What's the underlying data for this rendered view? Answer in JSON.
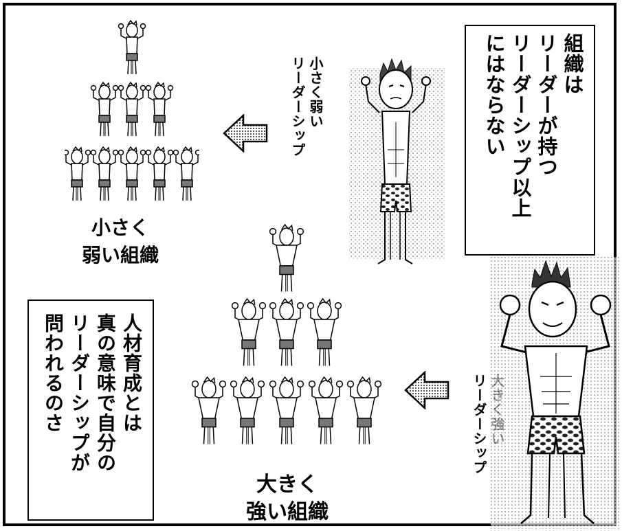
{
  "caption_top_right": "組織は\nリーダーが持つ\nリーダーシップ以上\nにはならない",
  "caption_bottom_left": "人材育成とは\n真の意味で自分の\nリーダーシップが\n問われるのさ",
  "small_leader_label": "小さく弱い\nリーダーシップ",
  "big_leader_label": "大きく強い\nリーダーシップ",
  "small_org_label": "小さく\n弱い組織",
  "big_org_label": "大きく\n強い組織",
  "icons": {
    "arrow": "left-arrow-icon",
    "small_member": "weak-person-icon",
    "big_member": "strong-person-icon"
  },
  "colors": {
    "ink": "#000000",
    "paper": "#ffffff",
    "shade": "#9a9a9a"
  }
}
